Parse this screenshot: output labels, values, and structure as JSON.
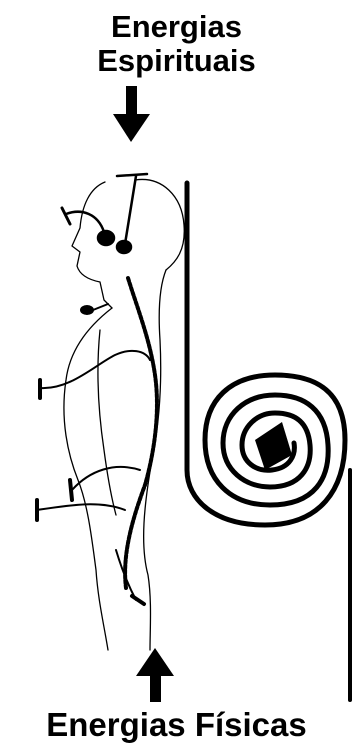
{
  "labels": {
    "top_line1": "Energias",
    "top_line2": "Espirituais",
    "bottom": "Energias Físicas"
  },
  "colors": {
    "ink": "#000000",
    "background": "#ffffff"
  }
}
